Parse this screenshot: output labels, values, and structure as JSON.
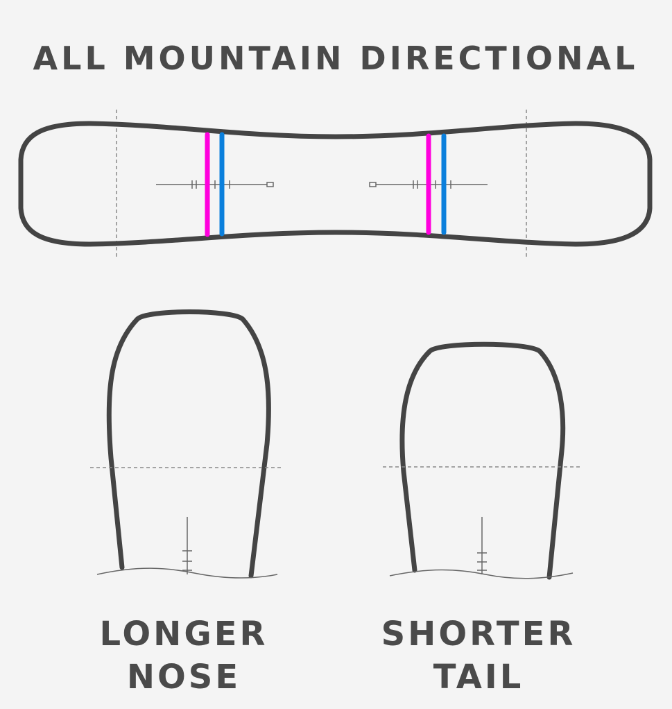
{
  "title": "ALL MOUNTAIN DIRECTIONAL",
  "nose_label": {
    "line1": "LONGER",
    "line2": "NOSE"
  },
  "tail_label": {
    "line1": "SHORTER",
    "line2": "TAIL"
  },
  "colors": {
    "background": "#f4f4f4",
    "outline": "#444444",
    "front_stance": "#ff00dd",
    "rear_stance": "#0a7fdc",
    "text": "#4a4a4a"
  }
}
